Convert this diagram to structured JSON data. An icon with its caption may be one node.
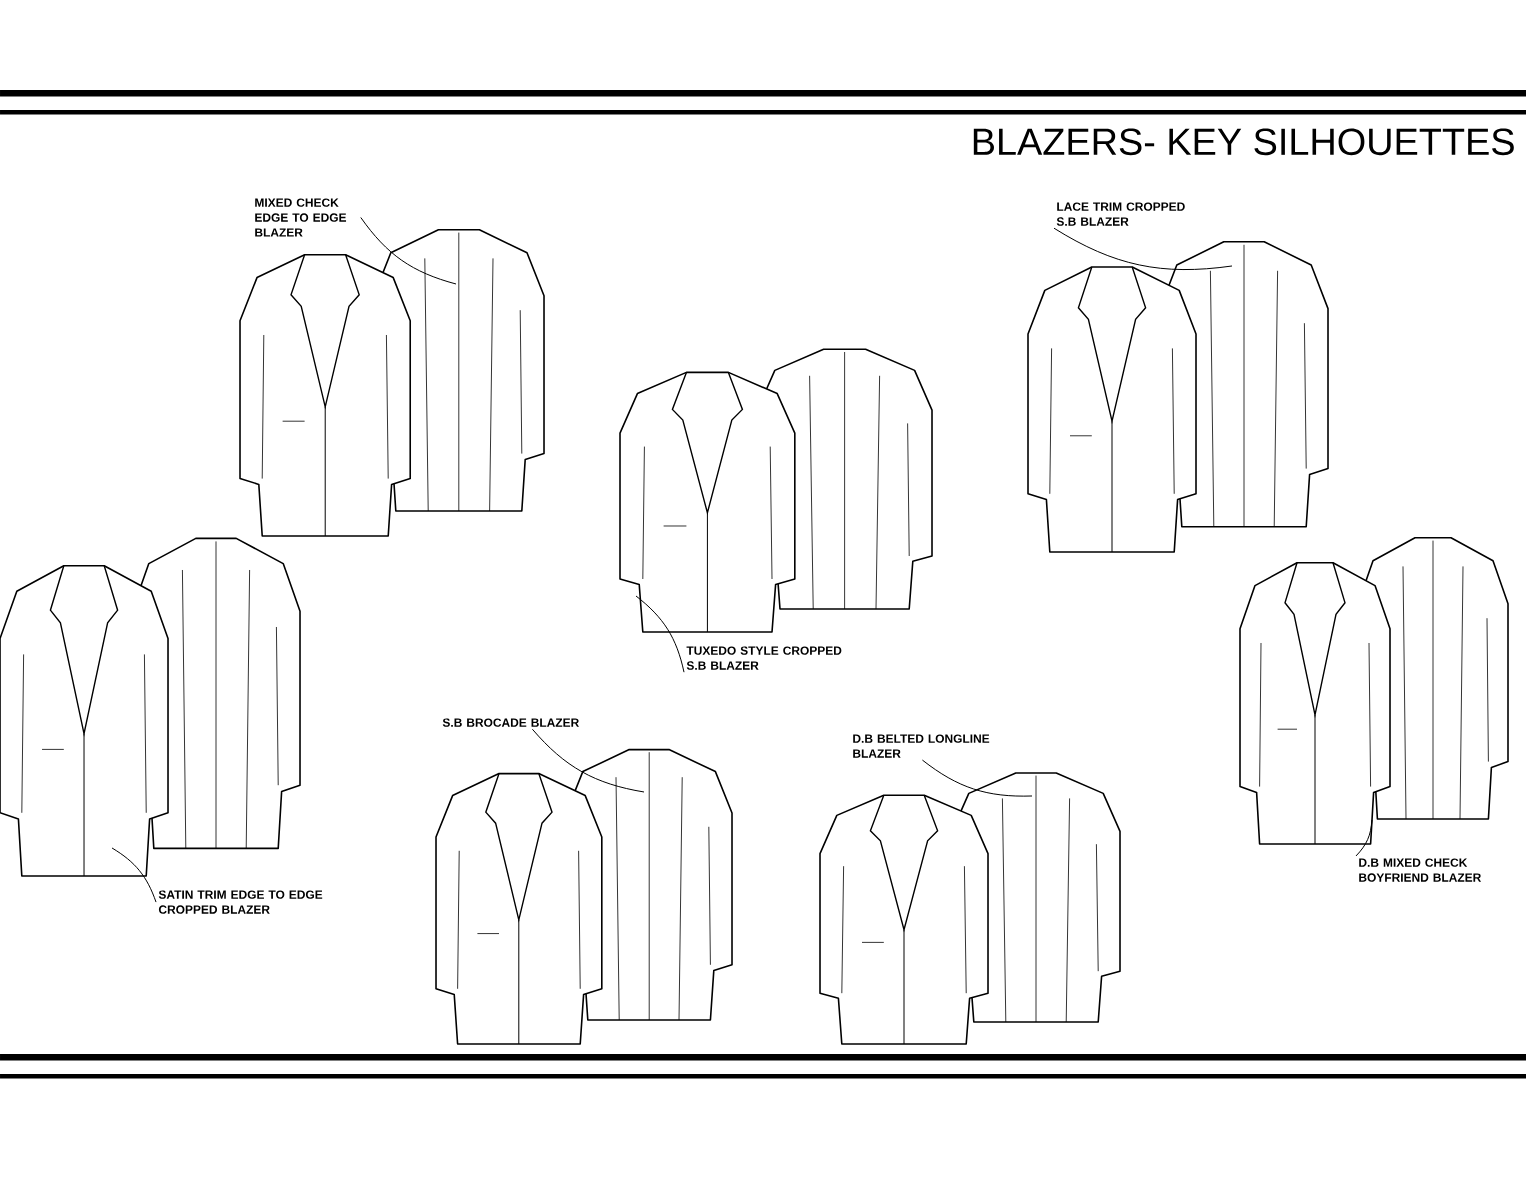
{
  "diagram": {
    "title": "BLAZERS- KEY SILHOUETTES",
    "nodes": [
      {
        "text": [
          "MIXED CHECK EDGE TO EDGE BLAZER"
        ]
      },
      {
        "text": [],
        "shape": "picture"
      },
      {
        "text": [
          "LACE TRIM CROPPED S.B BLAZER"
        ]
      },
      {
        "text": [],
        "shape": "picture"
      },
      {
        "text": [
          "TUXEDO STYLE CROPPED S.B BLAZER"
        ]
      },
      {
        "text": [],
        "shape": "picture"
      },
      {
        "text": [
          "SATIN TRIM EDGE TO EDGE CROPPED BLAZER"
        ]
      },
      {
        "text": [],
        "shape": "picture"
      },
      {
        "text": [
          "S.B BROCADE BLAZER"
        ]
      },
      {
        "text": [],
        "shape": "picture"
      },
      {
        "text": [
          "D.B BELTED LONGLINE BLAZER"
        ]
      },
      {
        "text": [],
        "shape": "picture"
      },
      {
        "text": [
          "D.B MIXED CHECK BOYFRIEND BLAZER"
        ]
      },
      {
        "text": [],
        "shape": "picture"
      }
    ],
    "edges": [
      {
        "from": 0,
        "to": 1,
        "arrow": "none"
      },
      {
        "from": 2,
        "to": 3,
        "arrow": "none"
      },
      {
        "from": 4,
        "to": 5,
        "arrow": "none"
      },
      {
        "from": 6,
        "to": 7,
        "arrow": "none"
      },
      {
        "from": 8,
        "to": 9,
        "arrow": "none"
      },
      {
        "from": 10,
        "to": 11,
        "arrow": "none"
      },
      {
        "from": 12,
        "to": 13,
        "arrow": "none"
      }
    ]
  }
}
